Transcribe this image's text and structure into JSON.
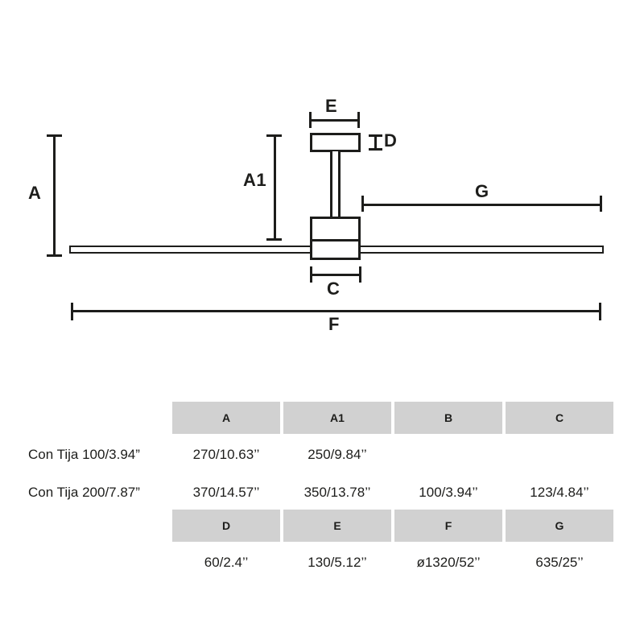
{
  "diagram": {
    "labels": {
      "a": "A",
      "a1": "A1",
      "e": "E",
      "d": "D",
      "g": "G",
      "c": "C",
      "f": "F"
    },
    "colors": {
      "line": "#1d1d1b",
      "background": "#ffffff"
    }
  },
  "table": {
    "colors": {
      "header_bg": "#d1d1d1",
      "text": "#1d1d1b"
    },
    "headers1": [
      "A",
      "A1",
      "B",
      "C"
    ],
    "headers2": [
      "D",
      "E",
      "F",
      "G"
    ],
    "row1": {
      "label": "Con Tija 100/3.94”",
      "a": "270/10.63’’",
      "a1": "250/9.84’’",
      "b": "",
      "c": ""
    },
    "row2": {
      "label": "Con Tija 200/7.87”",
      "a": "370/14.57’’",
      "a1": "350/13.78’’",
      "b": "100/3.94’’",
      "c": "123/4.84’’"
    },
    "row3": {
      "d": "60/2.4’’",
      "e": "130/5.12’’",
      "f": "ø1320/52’’",
      "g": "635/25’’"
    }
  }
}
